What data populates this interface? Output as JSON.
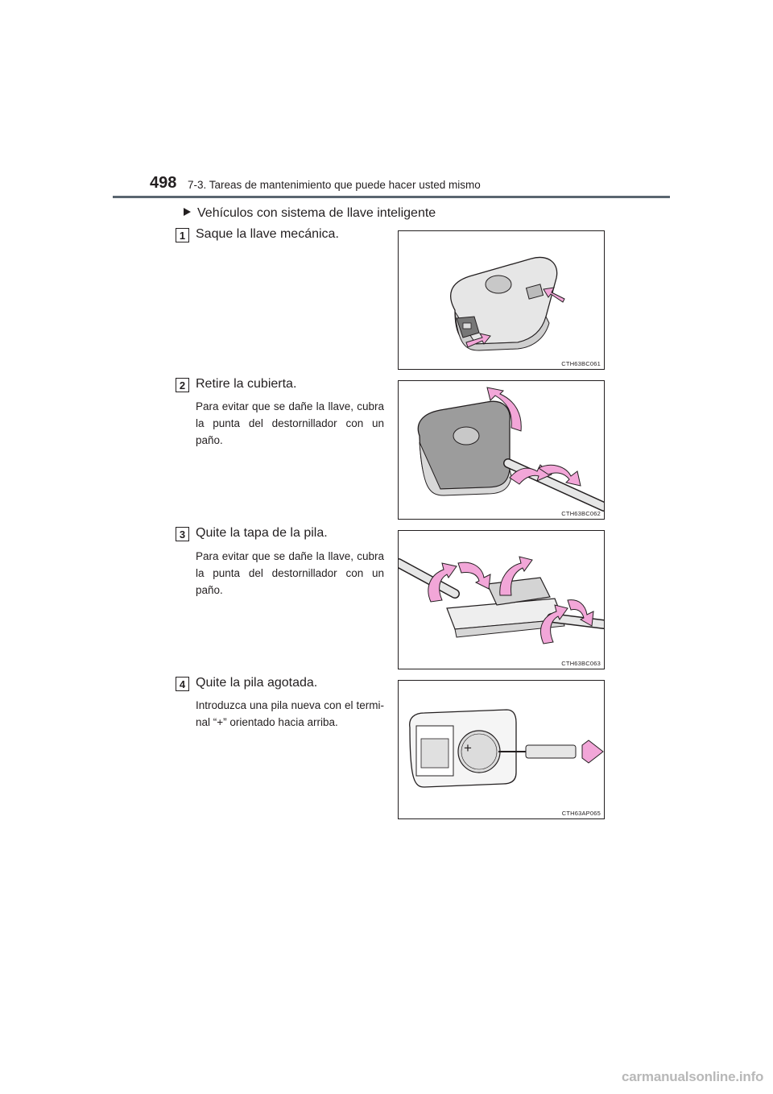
{
  "header": {
    "page_number": "498",
    "section_title": "7-3. Tareas de mantenimiento que puede hacer usted mismo"
  },
  "subheading": "Vehículos con sistema de llave inteligente",
  "steps": [
    {
      "number": "1",
      "title": "Saque la llave mecánica.",
      "note": "",
      "figure_code": "CTH63BC061"
    },
    {
      "number": "2",
      "title": "Retire la cubierta.",
      "note": "Para evitar que se dañe la llave, cubra la punta del destornillador con un paño.",
      "figure_code": "CTH63BC062"
    },
    {
      "number": "3",
      "title": "Quite la tapa de la pila.",
      "note": "Para evitar que se dañe la llave, cubra la punta del destornillador con un paño.",
      "figure_code": "CTH63BC063"
    },
    {
      "number": "4",
      "title": "Quite la pila agotada.",
      "note": "Introduzca una pila nueva con el termi- nal “+” orientado hacia arriba.",
      "figure_code": "CTH63AP065"
    }
  ],
  "figure4_plus_sign": "+",
  "watermark": "carmanualsonline.info",
  "colors": {
    "arrow_fill": "#f2a6d8",
    "rule": "#5a6670",
    "key_body": "#e6e6e6"
  }
}
